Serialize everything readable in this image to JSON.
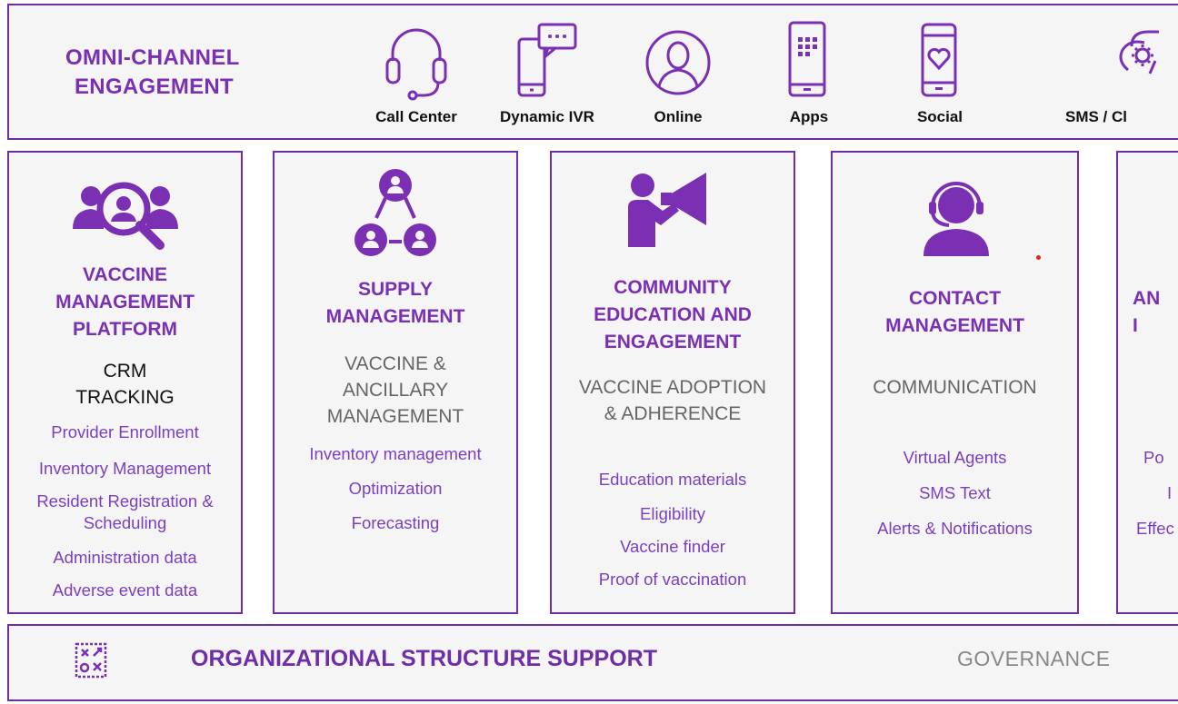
{
  "top": {
    "title_line1": "OMNI-CHANNEL",
    "title_line2": "ENGAGEMENT",
    "channels": [
      {
        "label": "Call Center",
        "icon": "headset-icon"
      },
      {
        "label": "Dynamic IVR",
        "icon": "phone-chat-icon"
      },
      {
        "label": "Online",
        "icon": "person-circle-icon"
      },
      {
        "label": "Apps",
        "icon": "tablet-apps-icon"
      },
      {
        "label": "Social",
        "icon": "phone-heart-icon"
      },
      {
        "label": "SMS / Cl",
        "icon": "gear-chat-icon"
      }
    ]
  },
  "columns": [
    {
      "icon": "search-people-icon",
      "title": "VACCINE\nMANAGEMENT\nPLATFORM",
      "subtitle": "CRM\nTRACKING",
      "items": [
        "Provider Enrollment",
        "Inventory Management",
        "Resident Registration &\nScheduling",
        "Administration data",
        "Adverse event data"
      ]
    },
    {
      "icon": "network-people-icon",
      "title": "SUPPLY\nMANAGEMENT",
      "subtitle": "VACCINE &\nANCILLARY\nMANAGEMENT",
      "items": [
        "Inventory management",
        "Optimization",
        "Forecasting"
      ]
    },
    {
      "icon": "megaphone-person-icon",
      "title": "COMMUNITY\nEDUCATION AND\nENGAGEMENT",
      "subtitle": "VACCINE ADOPTION\n& ADHERENCE",
      "items": [
        "Education materials",
        "Eligibility",
        "Vaccine finder",
        "Proof of vaccination"
      ]
    },
    {
      "icon": "agent-headset-icon",
      "title": "CONTACT\nMANAGEMENT",
      "subtitle": "COMMUNICATION",
      "items": [
        "Virtual Agents",
        "SMS Text",
        "Alerts & Notifications"
      ]
    },
    {
      "title": "AN\nI",
      "items": [
        "Po",
        "I",
        "Effec"
      ]
    }
  ],
  "bottom": {
    "icon": "strategy-board-icon",
    "title": "ORGANIZATIONAL STRUCTURE SUPPORT",
    "governance": "GOVERNANCE"
  },
  "colors": {
    "brand_purple": "#7b2fb3",
    "border_purple": "#6f2da8",
    "panel_bg": "#f5f5f5"
  }
}
